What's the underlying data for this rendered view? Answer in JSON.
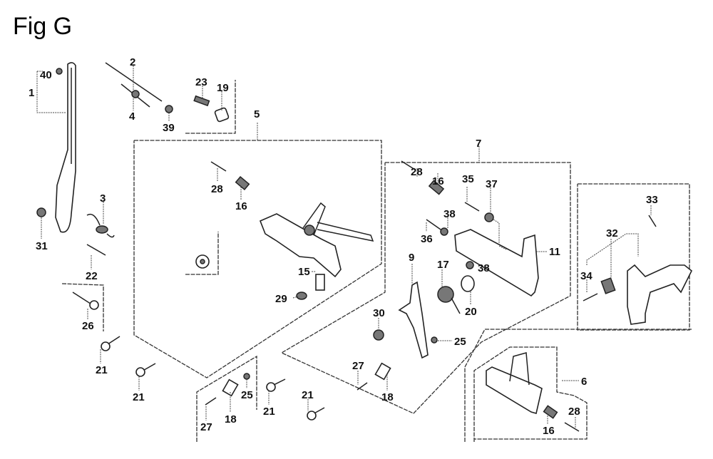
{
  "figure": {
    "title": "Fig G"
  },
  "callouts": [
    {
      "id": "c40",
      "text": "40"
    },
    {
      "id": "c1",
      "text": "1"
    },
    {
      "id": "c2",
      "text": "2"
    },
    {
      "id": "c4",
      "text": "4"
    },
    {
      "id": "c39",
      "text": "39"
    },
    {
      "id": "c23",
      "text": "23"
    },
    {
      "id": "c19",
      "text": "19"
    },
    {
      "id": "c5",
      "text": "5"
    },
    {
      "id": "c28a",
      "text": "28"
    },
    {
      "id": "c16a",
      "text": "16"
    },
    {
      "id": "c3",
      "text": "3"
    },
    {
      "id": "c31",
      "text": "31"
    },
    {
      "id": "c22",
      "text": "22"
    },
    {
      "id": "c26",
      "text": "26"
    },
    {
      "id": "c15",
      "text": "15"
    },
    {
      "id": "c29",
      "text": "29"
    },
    {
      "id": "c21a",
      "text": "21"
    },
    {
      "id": "c21b",
      "text": "21"
    },
    {
      "id": "c27a",
      "text": "27"
    },
    {
      "id": "c18a",
      "text": "18"
    },
    {
      "id": "c25a",
      "text": "25"
    },
    {
      "id": "c21c",
      "text": "21"
    },
    {
      "id": "c21d",
      "text": "21"
    },
    {
      "id": "c7",
      "text": "7"
    },
    {
      "id": "c28b",
      "text": "28"
    },
    {
      "id": "c16b",
      "text": "16"
    },
    {
      "id": "c35",
      "text": "35"
    },
    {
      "id": "c37",
      "text": "37"
    },
    {
      "id": "c38a",
      "text": "38"
    },
    {
      "id": "c36",
      "text": "36"
    },
    {
      "id": "c11",
      "text": "11"
    },
    {
      "id": "c38b",
      "text": "38"
    },
    {
      "id": "c9",
      "text": "9"
    },
    {
      "id": "c17",
      "text": "17"
    },
    {
      "id": "c20",
      "text": "20"
    },
    {
      "id": "c30",
      "text": "30"
    },
    {
      "id": "c25b",
      "text": "25"
    },
    {
      "id": "c27b",
      "text": "27"
    },
    {
      "id": "c18b",
      "text": "18"
    },
    {
      "id": "c33",
      "text": "33"
    },
    {
      "id": "c32",
      "text": "32"
    },
    {
      "id": "c34",
      "text": "34"
    },
    {
      "id": "c6",
      "text": "6"
    },
    {
      "id": "c16c",
      "text": "16"
    },
    {
      "id": "c28c",
      "text": "28"
    }
  ]
}
